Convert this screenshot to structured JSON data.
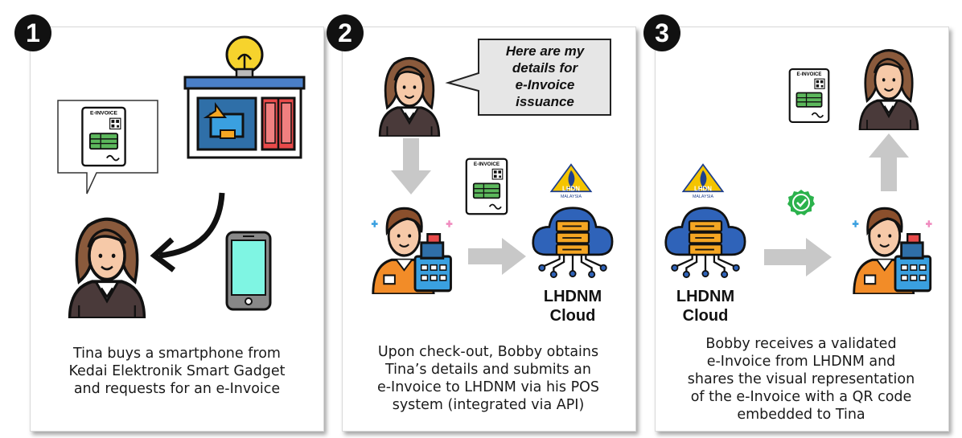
{
  "steps": [
    {
      "number": "1",
      "caption_lines": [
        "Tina buys a smartphone from",
        "Kedai Elektronik Smart Gadget",
        "and requests for an e-Invoice"
      ],
      "invoice_label": "E-INVOICE"
    },
    {
      "number": "2",
      "speech_lines": [
        "Here are my",
        "details for",
        "e-Invoice",
        "issuance"
      ],
      "caption_lines": [
        "Upon check-out, Bobby obtains",
        "Tina’s details and submits an",
        "e-Invoice to LHDNM via his POS",
        "system (integrated via API)"
      ],
      "invoice_label": "E-INVOICE",
      "cloud_lines": [
        "LHDNM",
        "Cloud"
      ],
      "logo_text": "LHDN",
      "logo_sub": "MALAYSIA"
    },
    {
      "number": "3",
      "caption_lines": [
        "Bobby receives a validated",
        "e-Invoice from LHDNM and",
        "shares the visual representation",
        "of the e-Invoice with a QR code",
        "embedded to Tina"
      ],
      "invoice_label": "E-INVOICE",
      "cloud_lines": [
        "LHDNM",
        "Cloud"
      ],
      "logo_text": "LHDN",
      "logo_sub": "MALAYSIA"
    }
  ],
  "colors": {
    "arrow_gray": "#c8c8c8",
    "cloud_blue": "#2f63b9",
    "server_orange": "#f5a623",
    "invoice_green": "#5cb85c",
    "check_green": "#2bb24c",
    "phone_screen": "#7ff5e3"
  }
}
